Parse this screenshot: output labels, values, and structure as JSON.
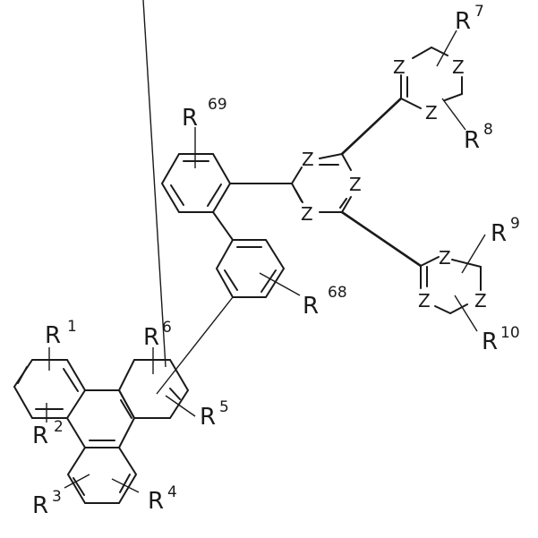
{
  "diagram": {
    "type": "chemical-structure",
    "atom_label": "Z",
    "substituents": {
      "r1": {
        "base": "R",
        "sup": "1"
      },
      "r2": {
        "base": "R",
        "sup": "2"
      },
      "r3": {
        "base": "R",
        "sup": "3"
      },
      "r4": {
        "base": "R",
        "sup": "4"
      },
      "r5": {
        "base": "R",
        "sup": "5"
      },
      "r6": {
        "base": "R",
        "sup": "6"
      },
      "r7": {
        "base": "R",
        "sup": "7"
      },
      "r8": {
        "base": "R",
        "sup": "8"
      },
      "r9": {
        "base": "R",
        "sup": "9"
      },
      "r10": {
        "base": "R",
        "sup": "10"
      },
      "r68": {
        "base": "R",
        "sup": "68"
      },
      "r69": {
        "base": "R",
        "sup": "69"
      }
    },
    "rings": [
      "triphenylene",
      "phenyl-R68",
      "phenyl-R69",
      "central-azine",
      "upper-azine",
      "lower-azine"
    ]
  }
}
